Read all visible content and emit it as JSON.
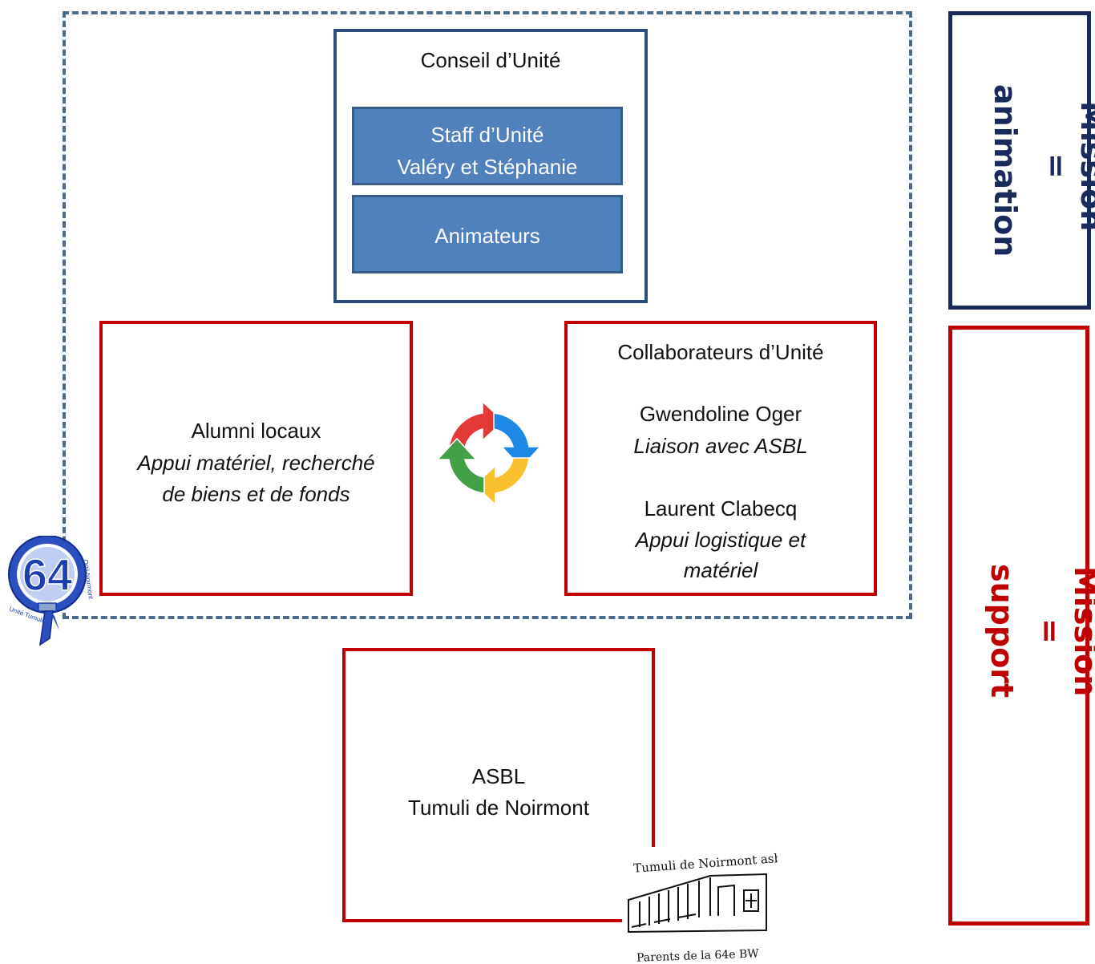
{
  "conseil": {
    "title": "Conseil d’Unité",
    "staff_line1": "Staff d’Unité",
    "staff_line2": "Valéry et Stéphanie",
    "animateurs": "Animateurs"
  },
  "alumni": {
    "title": "Alumni locaux",
    "desc_line1": "Appui matériel, recherché",
    "desc_line2": "de biens et de fonds"
  },
  "collaborateurs": {
    "title": "Collaborateurs d’Unité",
    "person1_name": "Gwendoline Oger",
    "person1_role": "Liaison avec ASBL",
    "person2_name": "Laurent Clabecq",
    "person2_role_line1": "Appui logistique et",
    "person2_role_line2": "matériel"
  },
  "asbl": {
    "line1": "ASBL",
    "line2": "Tumuli de Noirmont"
  },
  "mission_animation": {
    "line1": "Mission =",
    "line2": "animation",
    "color": "#1b2a5c"
  },
  "mission_support": {
    "line1": "Mission =",
    "line2": "support",
    "color": "#c00000"
  },
  "logo_64": {
    "number": "64",
    "ring_text_left": "Unité Tumuli",
    "ring_text_right": "Ortil-Noirmont"
  },
  "logo_asbl": {
    "top_text": "Tumuli de Noirmont asbl",
    "bottom_text": "Parents de la 64e BW"
  },
  "cycle_icon": {
    "colors": [
      "#e53935",
      "#1e88e5",
      "#fbc02d",
      "#43a047"
    ]
  }
}
